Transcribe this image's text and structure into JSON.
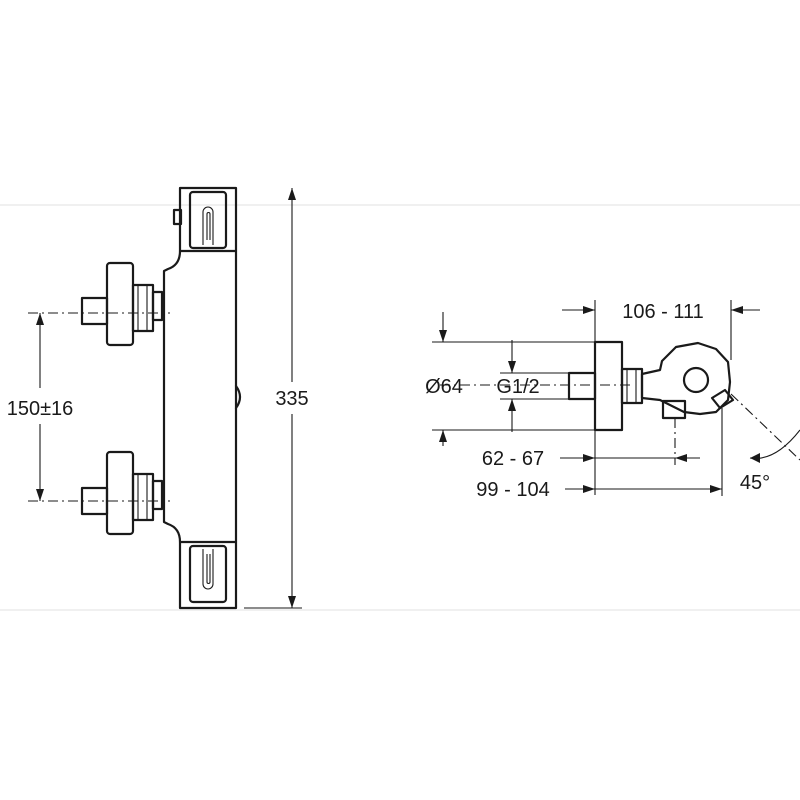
{
  "front_view": {
    "overall_height": "335",
    "inlet_spacing": "150±16"
  },
  "side_view": {
    "projection_top": "106 - 111",
    "diameter": "Ø64",
    "thread": "G1/2",
    "projection_mid": "62 - 67",
    "projection_bottom": "99 - 104",
    "angle": "45°"
  }
}
